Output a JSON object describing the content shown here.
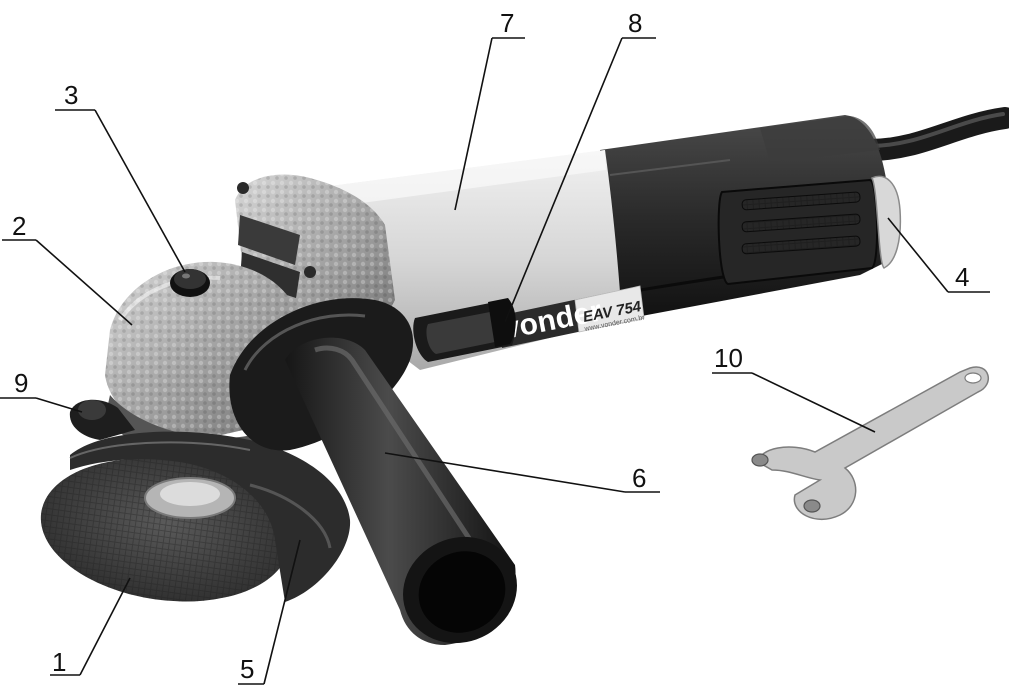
{
  "product": {
    "brand": "vonder",
    "model": "EAV 754",
    "website": "www.vonder.com.br"
  },
  "callouts": [
    {
      "number": "1"
    },
    {
      "number": "2"
    },
    {
      "number": "3"
    },
    {
      "number": "4"
    },
    {
      "number": "5"
    },
    {
      "number": "6"
    },
    {
      "number": "7"
    },
    {
      "number": "8"
    },
    {
      "number": "9"
    },
    {
      "number": "10"
    }
  ]
}
